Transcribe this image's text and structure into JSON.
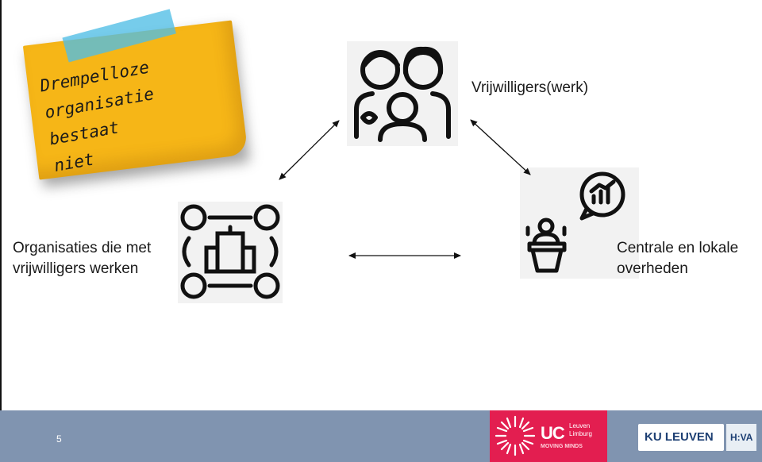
{
  "sticky_note": {
    "line1": "Drempelloze",
    "line2": "organisatie bestaat",
    "line3": "niet"
  },
  "nodes": {
    "volunteers": {
      "label": "Vrijwilligers(werk)",
      "icon": "family-icon"
    },
    "organisations": {
      "label_line1": "Organisaties die met",
      "label_line2": "vrijwilligers werken",
      "icon": "network-building-icon"
    },
    "government": {
      "label_line1": "Centrale en lokale",
      "label_line2": "overheden",
      "icon": "speaker-podium-icon"
    }
  },
  "footer": {
    "page_number": "5",
    "ucll_main": "UC",
    "ucll_sub_1": "Leuven",
    "ucll_sub_2": "Limburg",
    "ucll_tagline": "MOVING MINDS",
    "ku_leuven": "KU LEUVEN",
    "hva": "H:VA"
  },
  "colors": {
    "sticky": "#f6b617",
    "tape": "#50bee6",
    "footer": "#8094b0",
    "ucll": "#e31e50",
    "ku_blue": "#1d3f73"
  }
}
